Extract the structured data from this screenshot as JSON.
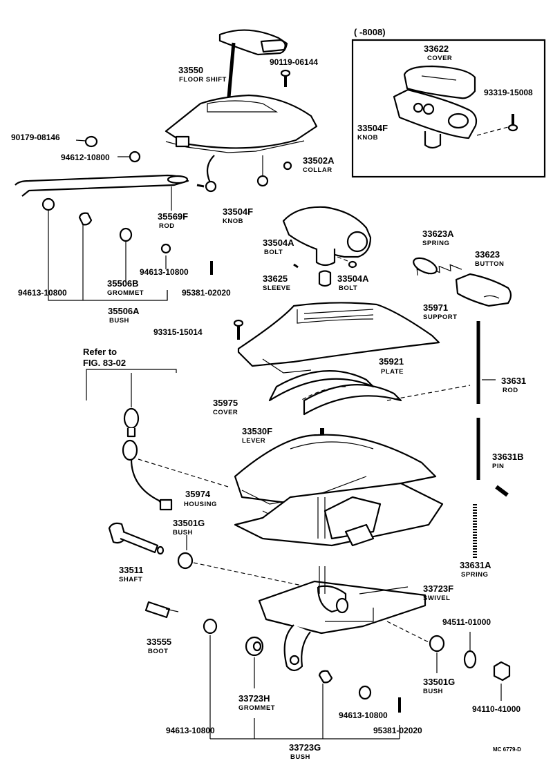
{
  "parts": [
    {
      "key": "p33550",
      "number": "33550",
      "name": "FLOOR SHIFT"
    },
    {
      "key": "p90119",
      "number": "90119-06144"
    },
    {
      "key": "p90179",
      "number": "90179-08146"
    },
    {
      "key": "p94612",
      "number": "94612-10800"
    },
    {
      "key": "p33502A",
      "number": "33502A",
      "name": "COLLAR"
    },
    {
      "key": "p35569F",
      "number": "35569F",
      "name": "ROD"
    },
    {
      "key": "p94613a",
      "number": "94613-10800"
    },
    {
      "key": "p35506B",
      "number": "35506B",
      "name": "GROMMET"
    },
    {
      "key": "p94613b",
      "number": "94613-10800"
    },
    {
      "key": "p95381a",
      "number": "95381-02020"
    },
    {
      "key": "p35506A",
      "number": "35506A",
      "name": "BUSH"
    },
    {
      "key": "p33504F",
      "number": "33504F",
      "name": "KNOB"
    },
    {
      "key": "p33504Aa",
      "number": "33504A",
      "name": "BOLT"
    },
    {
      "key": "p33625",
      "number": "33625",
      "name": "SLEEVE"
    },
    {
      "key": "p33504Ab",
      "number": "33504A",
      "name": "BOLT"
    },
    {
      "key": "p33623A",
      "number": "33623A",
      "name": "SPRING"
    },
    {
      "key": "p33623",
      "number": "33623",
      "name": "BUTTON"
    },
    {
      "key": "p35971",
      "number": "35971",
      "name": "SUPPORT"
    },
    {
      "key": "p93315",
      "number": "93315-15014"
    },
    {
      "key": "p35921",
      "number": "35921",
      "name": "PLATE"
    },
    {
      "key": "p33631",
      "number": "33631",
      "name": "ROD"
    },
    {
      "key": "p35975",
      "number": "35975",
      "name": "COVER"
    },
    {
      "key": "p33530F",
      "number": "33530F",
      "name": "LEVER"
    },
    {
      "key": "p33631B",
      "number": "33631B",
      "name": "PIN"
    },
    {
      "key": "p35974",
      "number": "35974",
      "name": "HOUSING"
    },
    {
      "key": "p33501Ga",
      "number": "33501G",
      "name": "BUSH"
    },
    {
      "key": "p33511",
      "number": "33511",
      "name": "SHAFT"
    },
    {
      "key": "p33631A",
      "number": "33631A",
      "name": "SPRING"
    },
    {
      "key": "p33555",
      "number": "33555",
      "name": "BOOT"
    },
    {
      "key": "p33723F",
      "number": "33723F",
      "name": "SWIVEL"
    },
    {
      "key": "p94511",
      "number": "94511-01000"
    },
    {
      "key": "p33501Gb",
      "number": "33501G",
      "name": "BUSH"
    },
    {
      "key": "p94110",
      "number": "94110-41000"
    },
    {
      "key": "p33723H",
      "number": "33723H",
      "name": "GROMMET"
    },
    {
      "key": "p94613c",
      "number": "94613-10800"
    },
    {
      "key": "p95381b",
      "number": "95381-02020"
    },
    {
      "key": "p94613d",
      "number": "94613-10800"
    },
    {
      "key": "p33723G",
      "number": "33723G",
      "name": "BUSH"
    }
  ],
  "inset": {
    "title": "(        -8008)",
    "parts": [
      {
        "key": "i33622",
        "number": "33622",
        "name": "COVER"
      },
      {
        "key": "i93319",
        "number": "93319-15008"
      },
      {
        "key": "i33504F",
        "number": "33504F",
        "name": "KNOB"
      }
    ]
  },
  "reference": {
    "line1": "Refer to",
    "line2": "FIG. 83-02"
  },
  "drawing_code": "MC  6779-D"
}
